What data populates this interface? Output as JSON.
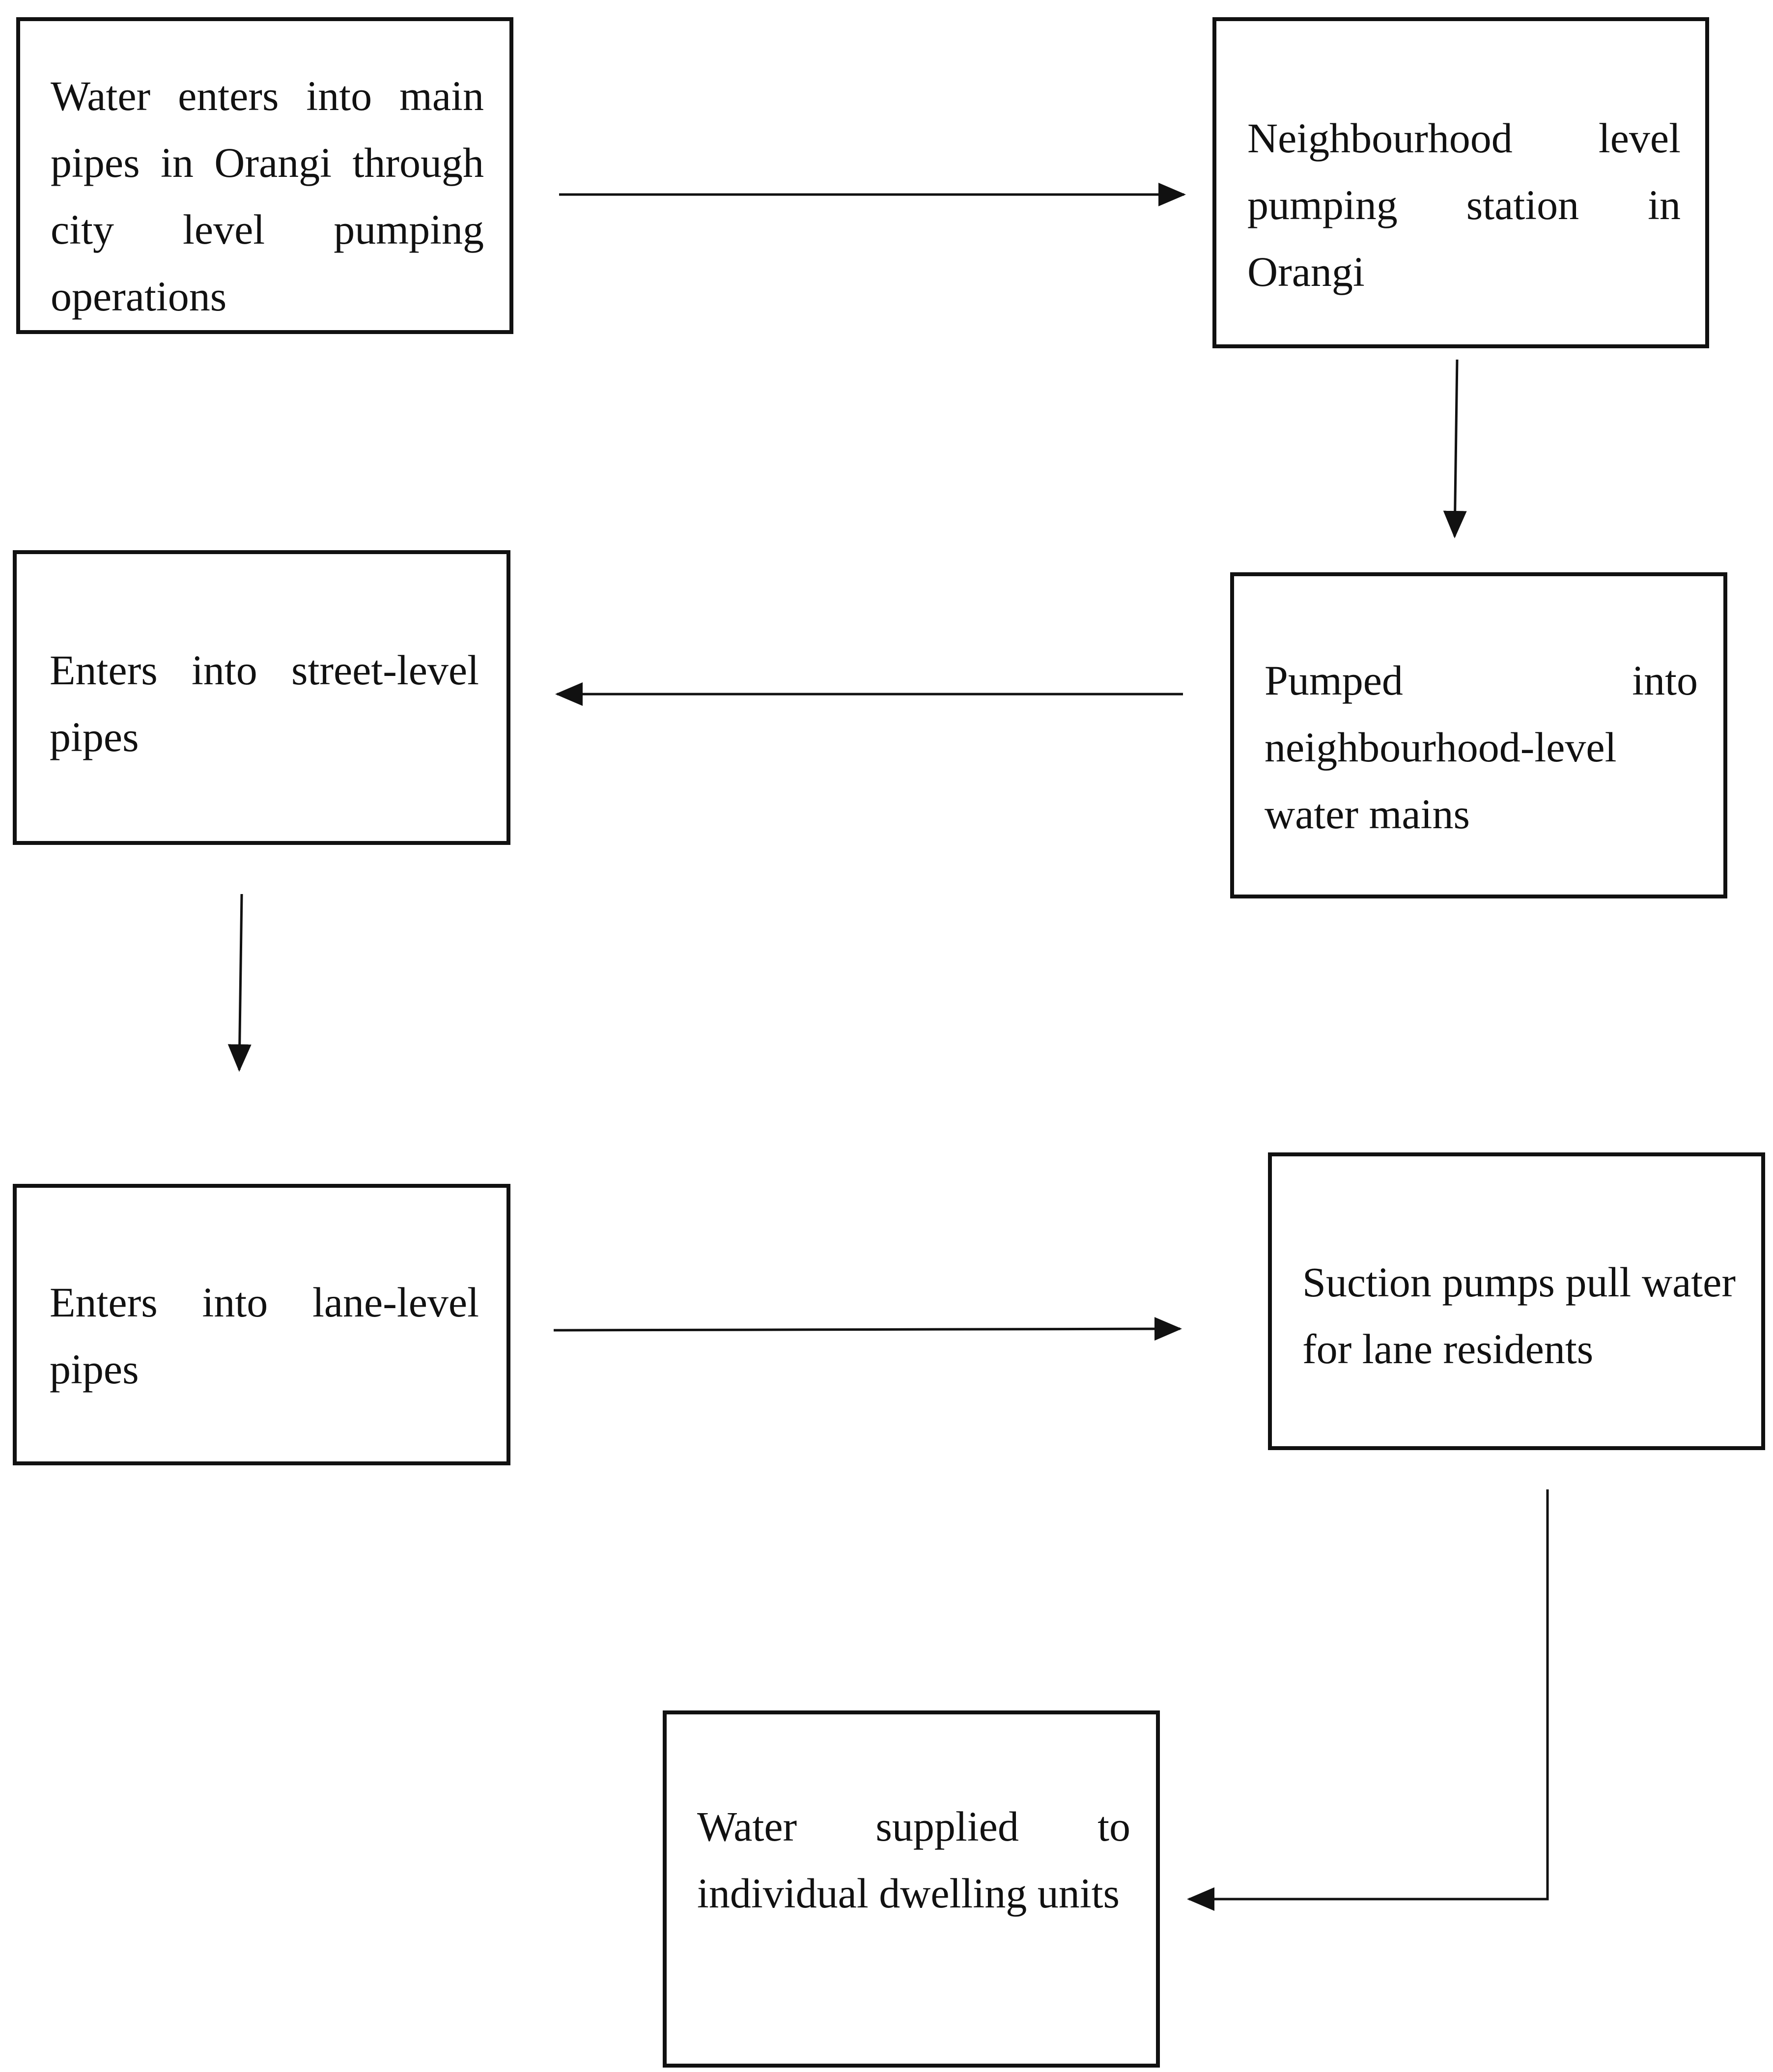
{
  "diagram": {
    "nodes": [
      {
        "id": "b1",
        "text": "Water enters into main pipes in Orangi through city level pumping operations"
      },
      {
        "id": "b2",
        "text": "Neighbourhood level pumping station in Orangi"
      },
      {
        "id": "b3",
        "text": "Pumped into neighbourhood-level water mains"
      },
      {
        "id": "b4",
        "text": "Enters into street-level pipes"
      },
      {
        "id": "b5",
        "text": "Enters into lane-level pipes"
      },
      {
        "id": "b6",
        "text": "Suction pumps pull water for lane residents"
      },
      {
        "id": "b7",
        "text": "Water supplied to individual dwelling units"
      }
    ],
    "edges": [
      {
        "from": "b1",
        "to": "b2"
      },
      {
        "from": "b2",
        "to": "b3"
      },
      {
        "from": "b3",
        "to": "b4"
      },
      {
        "from": "b4",
        "to": "b5"
      },
      {
        "from": "b5",
        "to": "b6"
      },
      {
        "from": "b6",
        "to": "b7"
      }
    ],
    "colors": {
      "stroke": "#111111",
      "text": "#111111",
      "background": "#ffffff"
    }
  }
}
